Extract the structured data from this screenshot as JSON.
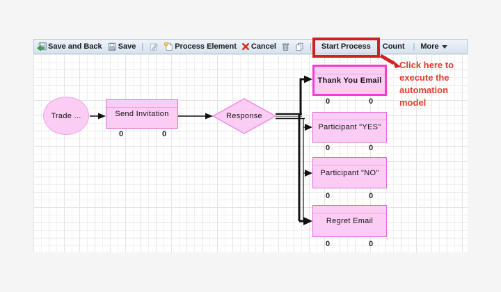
{
  "toolbar": {
    "separator": "|",
    "items": [
      {
        "label": "Save and Back",
        "icon": "save-back-icon"
      },
      {
        "label": "Save",
        "icon": "save-icon"
      },
      {
        "label": "",
        "icon": "edit-icon"
      },
      {
        "label": "Process Element",
        "icon": "new-page-icon"
      },
      {
        "label": "Cancel",
        "icon": "cancel-x-icon"
      },
      {
        "label": "",
        "icon": "trash-icon"
      },
      {
        "label": "",
        "icon": "copy-icon"
      },
      {
        "label": "Start Process",
        "icon": ""
      },
      {
        "label": "Count",
        "icon": ""
      },
      {
        "label": "More",
        "icon": "caret-down-icon"
      }
    ]
  },
  "canvas": {
    "nodes": [
      {
        "id": "trade",
        "type": "ellipse",
        "label": "Trade ..."
      },
      {
        "id": "send-invitation",
        "type": "rect",
        "label": "Send Invitation",
        "counts": [
          "0",
          "0"
        ]
      },
      {
        "id": "response",
        "type": "decision",
        "label": "Response"
      },
      {
        "id": "thank-you-email",
        "type": "rect",
        "label": "Thank You Email",
        "selected": true,
        "counts": [
          "0",
          "0"
        ]
      },
      {
        "id": "participant-yes",
        "type": "rect",
        "label": "Participant \"YES\"",
        "counts": [
          "0",
          "0"
        ]
      },
      {
        "id": "participant-no",
        "type": "rect",
        "label": "Participant \"NO\"",
        "counts": [
          "0",
          "0"
        ]
      },
      {
        "id": "regret-email",
        "type": "rect",
        "label": "Regret Email",
        "counts": [
          "0",
          "0"
        ]
      }
    ]
  },
  "annotation": {
    "text": "Click here to execute the automation model",
    "highlighted_button": "Start Process"
  },
  "colors": {
    "node_fill": "#fbcdf4",
    "node_border": "#e06ad6",
    "selected_border": "#f23bd7",
    "annotation_red": "#d21f1f",
    "toolbar_bg": "#d6e2ee",
    "grid_line": "#e5e5e5"
  }
}
